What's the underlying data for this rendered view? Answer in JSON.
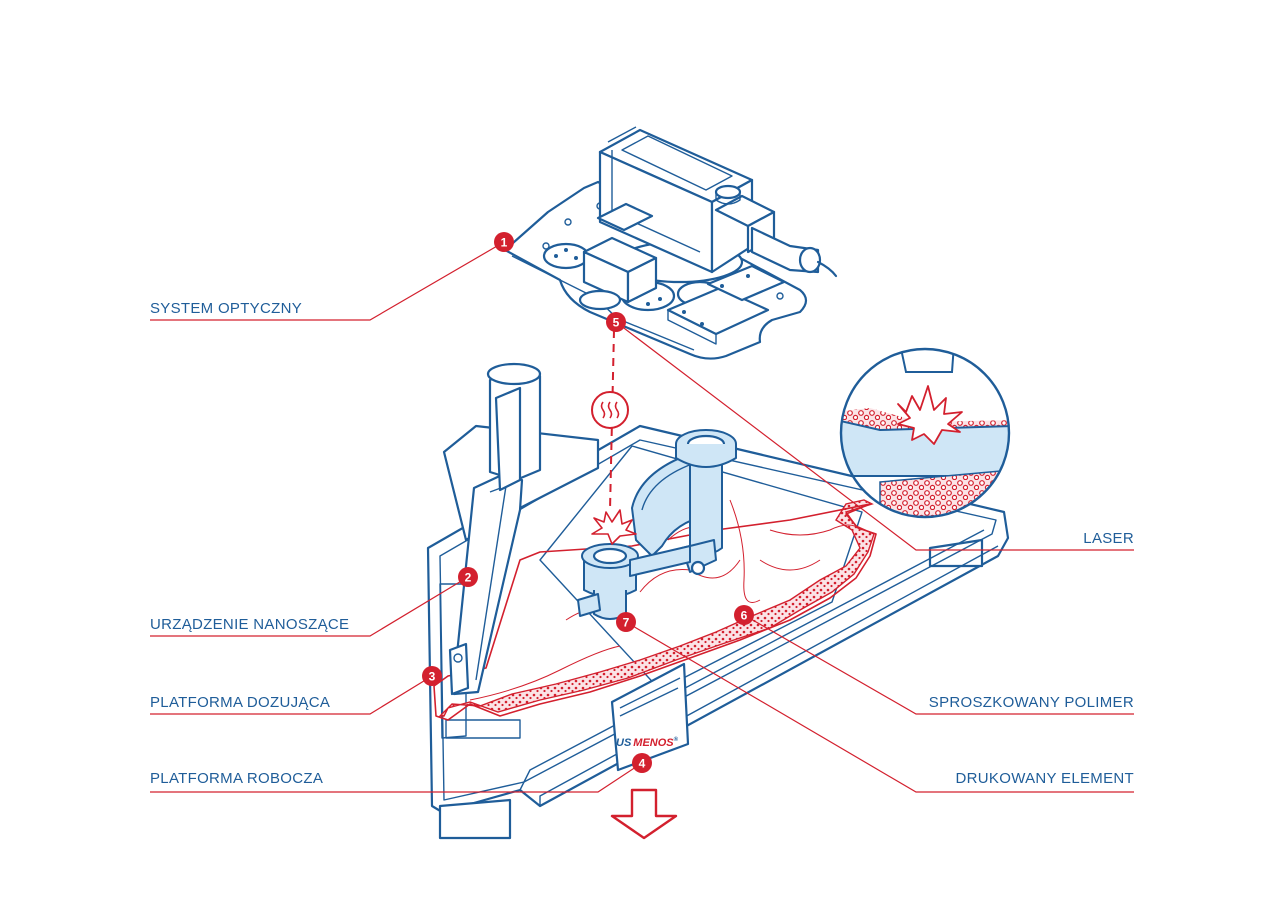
{
  "colors": {
    "line_blue": "#1f5d99",
    "accent_red": "#d3202e",
    "part_fill": "#cfe6f6",
    "background": "#ffffff"
  },
  "labels": {
    "optical_system": "SYSTEM OPTYCZNY",
    "recoater": "URZĄDZENIE NANOSZĄCE",
    "dosing_platform": "PLATFORMA DOZUJĄCA",
    "build_platform": "PLATFORMA ROBOCZA",
    "laser": "LASER",
    "powder_polymer": "SPROSZKOWANY POLIMER",
    "printed_element": "DRUKOWANY ELEMENT"
  },
  "badges": {
    "optical_system": "1",
    "recoater": "2",
    "dosing_platform": "3",
    "build_platform": "4",
    "laser": "5",
    "powder_polymer": "6",
    "printed_element": "7"
  },
  "brand": {
    "part1": "US",
    "part2": "MENOS",
    "mark": "®"
  },
  "icons": {
    "heat": "heat-waves-icon",
    "down_arrow": "down-arrow-icon",
    "laser_spark": "laser-spark-icon"
  }
}
